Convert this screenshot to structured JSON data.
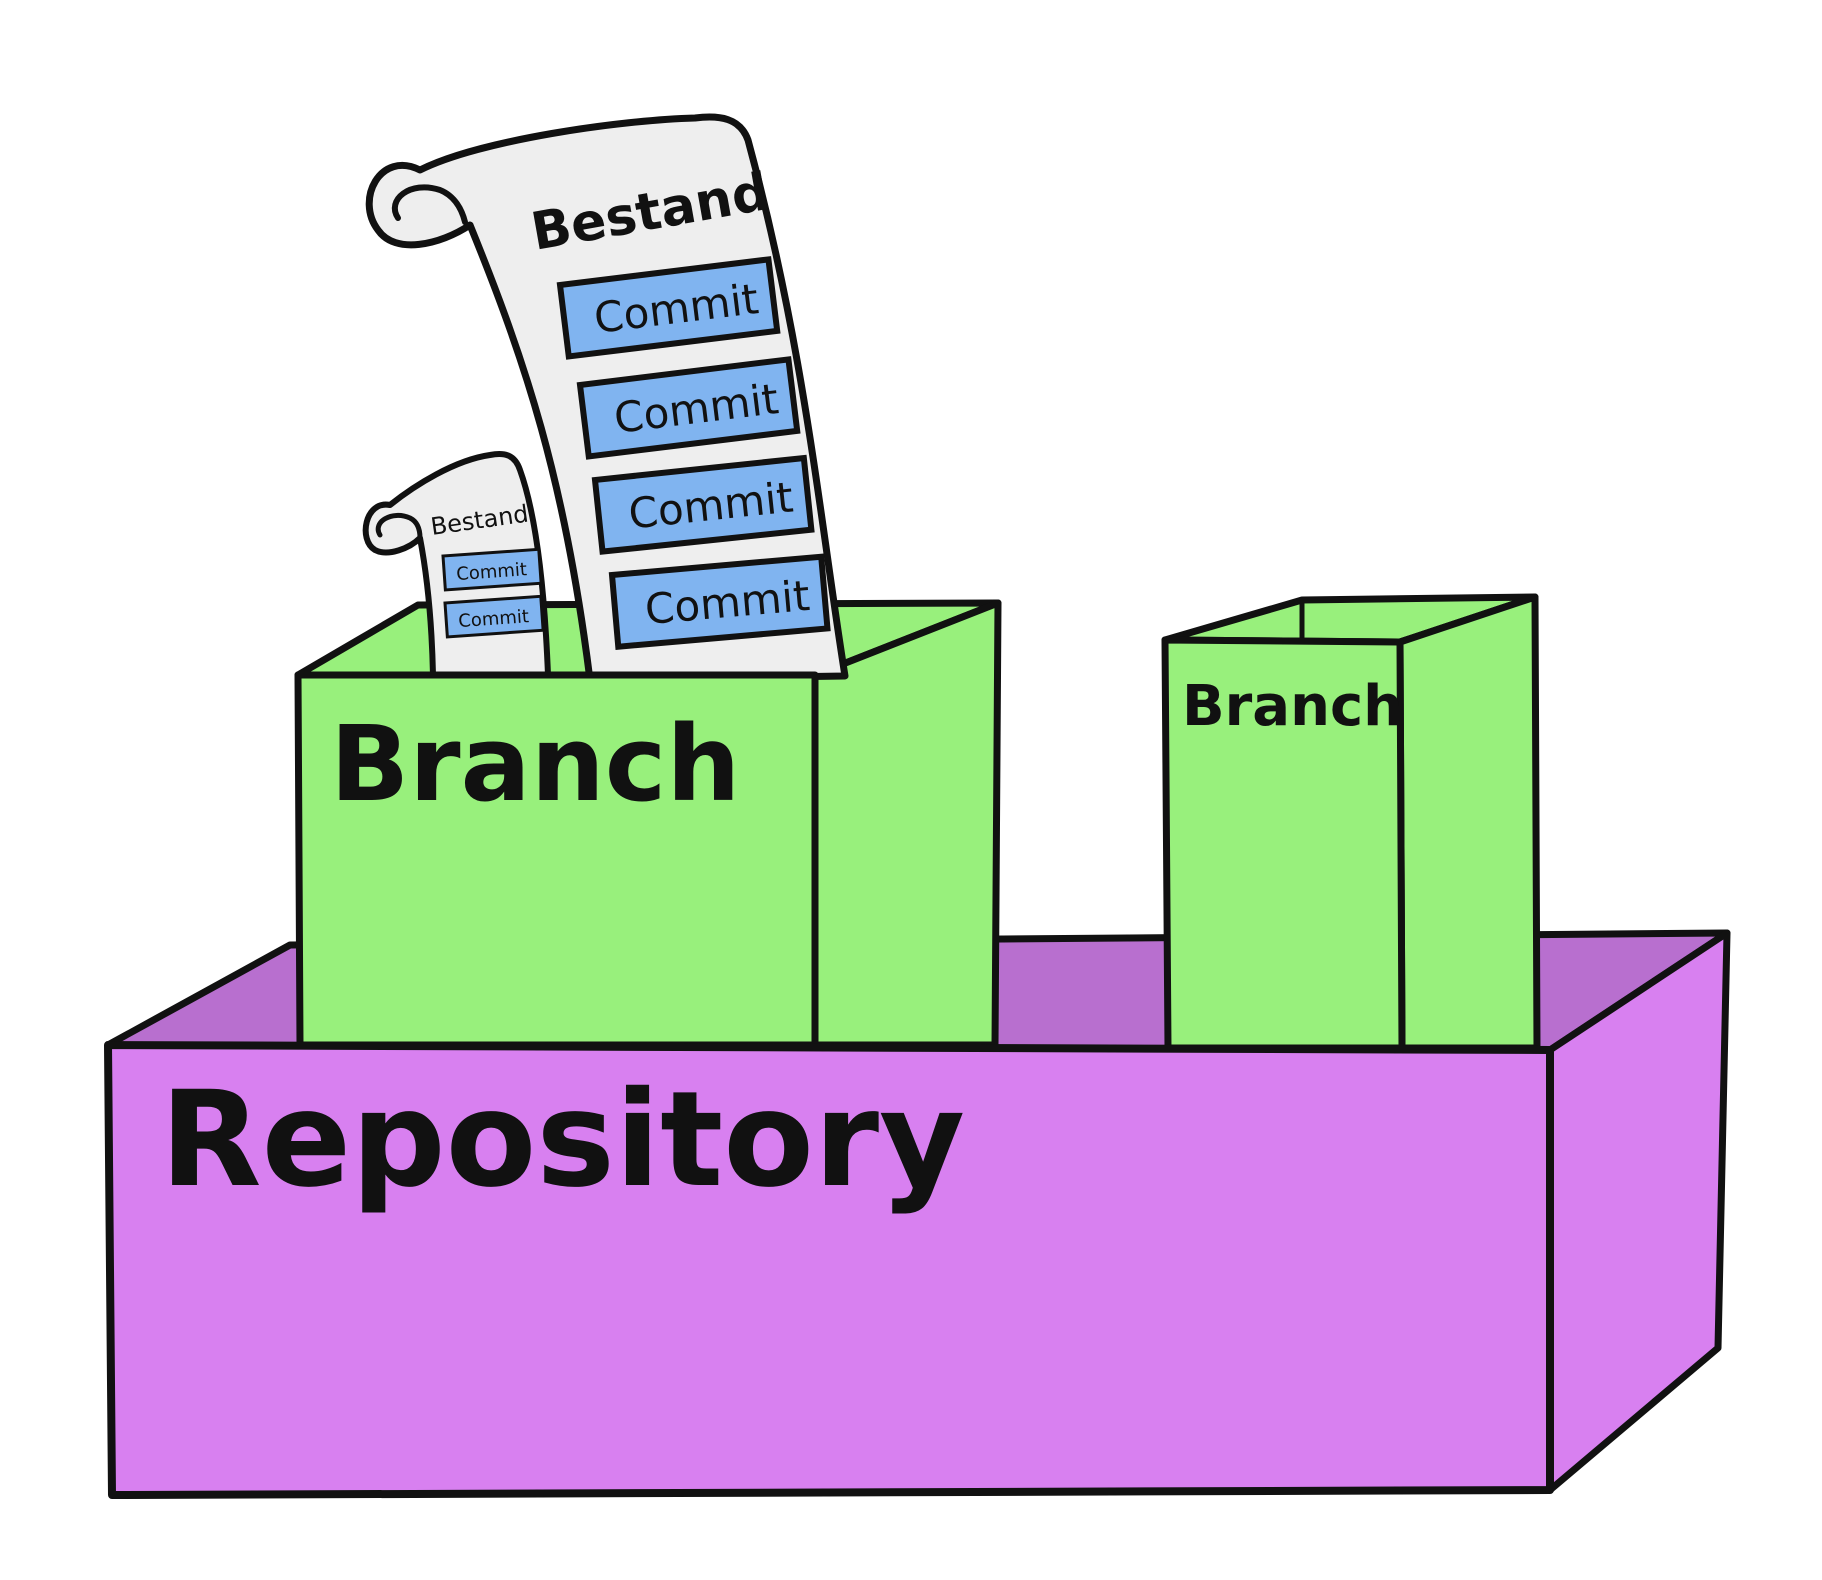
{
  "repository": {
    "label": "Repository",
    "front_color": "#d880f0",
    "top_color": "#b86fcf",
    "side_color": "#d880f0"
  },
  "branches": [
    {
      "label": "Branch",
      "front_color": "#98f07c",
      "inner_color": "#98f07c"
    },
    {
      "label": "Branch",
      "front_color": "#98f07c",
      "inner_color": "#98f07c"
    }
  ],
  "scrolls": [
    {
      "title": "Bestand",
      "commits": [
        "Commit",
        "Commit",
        "Commit",
        "Commit"
      ]
    },
    {
      "title": "Bestand",
      "commits": [
        "Commit",
        "Commit"
      ]
    }
  ],
  "colors": {
    "paper": "#eeeeee",
    "commit_fill": "#80b4f0",
    "outline": "#111111"
  }
}
